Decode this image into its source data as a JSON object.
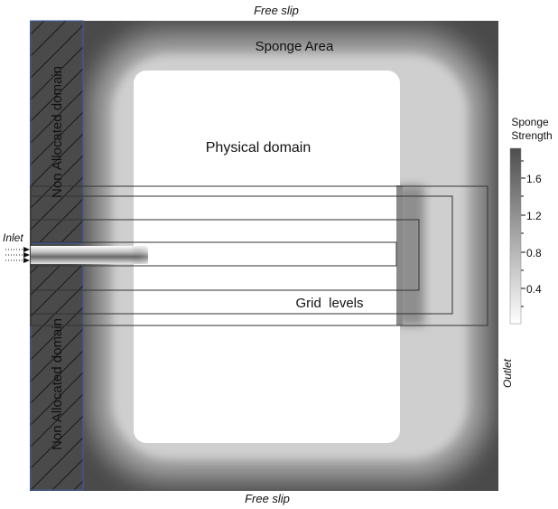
{
  "labels": {
    "top_boundary": "Free slip",
    "bottom_boundary": "Free slip",
    "sponge_area": "Sponge Area",
    "physical_domain": "Physical domain",
    "grid_levels": "Grid  levels",
    "inlet": "Inlet",
    "outlet": "Outlet",
    "non_allocated_upper": "Non Allocated domain",
    "non_allocated_lower": "Non Allocated domain"
  },
  "colorbar": {
    "title_line1": "Sponge",
    "title_line2": "Strength",
    "ticks": [
      "1.6",
      "1.2",
      "0.8",
      "0.4"
    ],
    "color_high": "#505050",
    "color_low": "#ffffff"
  },
  "colors": {
    "domain_background": "#4a4a4a",
    "sponge_inner": "#c8c8c8",
    "physical_domain": "#ffffff",
    "non_allocated_border": "#3a5ea8",
    "grid_lines": "#333333"
  }
}
